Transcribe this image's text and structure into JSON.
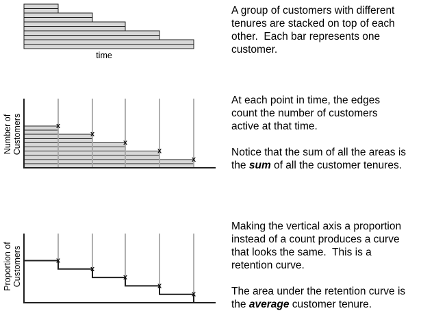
{
  "colors": {
    "background": "#ffffff",
    "bar_fill": "#d8d8d8",
    "bar_border": "#1f1f1f",
    "grid_line": "#a8a8a8",
    "axis": "#1f1f1f",
    "curve": "#1f1f1f",
    "mark": "#111111",
    "text": "#000000"
  },
  "diagram": {
    "mark_glyph": "x",
    "time_axis_label": "time",
    "panel2_ylabel": "Number of\nCustomers",
    "panel3_ylabel": "Proportion of\nCustomers"
  },
  "chart_data": [
    {
      "type": "bar",
      "name": "stacked-customer-tenures",
      "orientation": "horizontal",
      "xlabel": "time",
      "bar_lengths_time_units": [
        50,
        50,
        100,
        100,
        148,
        148,
        198,
        198,
        248,
        248
      ],
      "note": "10 stacked bars, one per customer; 5 distinct tenure lengths with 2 customers each"
    },
    {
      "type": "bar",
      "name": "customers-active-over-time",
      "ylabel": "Number of Customers",
      "orientation": "horizontal",
      "bar_lengths_time_units": [
        50,
        50,
        100,
        100,
        148,
        148,
        198,
        198,
        248,
        248
      ],
      "edge_times": [
        50,
        100,
        148,
        198,
        248
      ],
      "active_customers_at_edges": [
        10,
        8,
        6,
        4,
        2
      ],
      "marker": "x",
      "grid": "vertical gray lines at edge times"
    },
    {
      "type": "step",
      "name": "retention-curve",
      "ylabel": "Proportion of Customers",
      "step_times": [
        0,
        50,
        100,
        148,
        198,
        248
      ],
      "proportions": [
        1.0,
        0.8,
        0.6,
        0.4,
        0.2
      ],
      "marker": "x",
      "grid": "vertical gray lines at step times"
    }
  ],
  "captions": [
    {
      "paragraphs": [
        {
          "lines": [
            [
              {
                "t": "A group of customers with different"
              }
            ],
            [
              {
                "t": "tenures are stacked on top of each"
              }
            ],
            [
              {
                "t": "other.  Each bar represents one"
              }
            ],
            [
              {
                "t": "customer."
              }
            ]
          ]
        }
      ]
    },
    {
      "paragraphs": [
        {
          "lines": [
            [
              {
                "t": "At each point in time, the edges"
              }
            ],
            [
              {
                "t": "count the number of customers"
              }
            ],
            [
              {
                "t": "active at that time."
              }
            ]
          ]
        },
        {
          "lines": [
            [
              {
                "t": "Notice that the sum of all the areas is"
              }
            ],
            [
              {
                "t": "the "
              },
              {
                "t": "sum",
                "bi": true
              },
              {
                "t": " of all the customer tenures."
              }
            ]
          ]
        }
      ]
    },
    {
      "paragraphs": [
        {
          "lines": [
            [
              {
                "t": "Making the vertical axis a proportion"
              }
            ],
            [
              {
                "t": "instead of a count produces a curve"
              }
            ],
            [
              {
                "t": "that looks the same.  This is a"
              }
            ],
            [
              {
                "t": "retention curve."
              }
            ]
          ]
        },
        {
          "lines": [
            [
              {
                "t": "The area under the retention curve is"
              }
            ],
            [
              {
                "t": "the "
              },
              {
                "t": "average",
                "bi": true
              },
              {
                "t": " customer tenure."
              }
            ]
          ]
        }
      ]
    }
  ]
}
